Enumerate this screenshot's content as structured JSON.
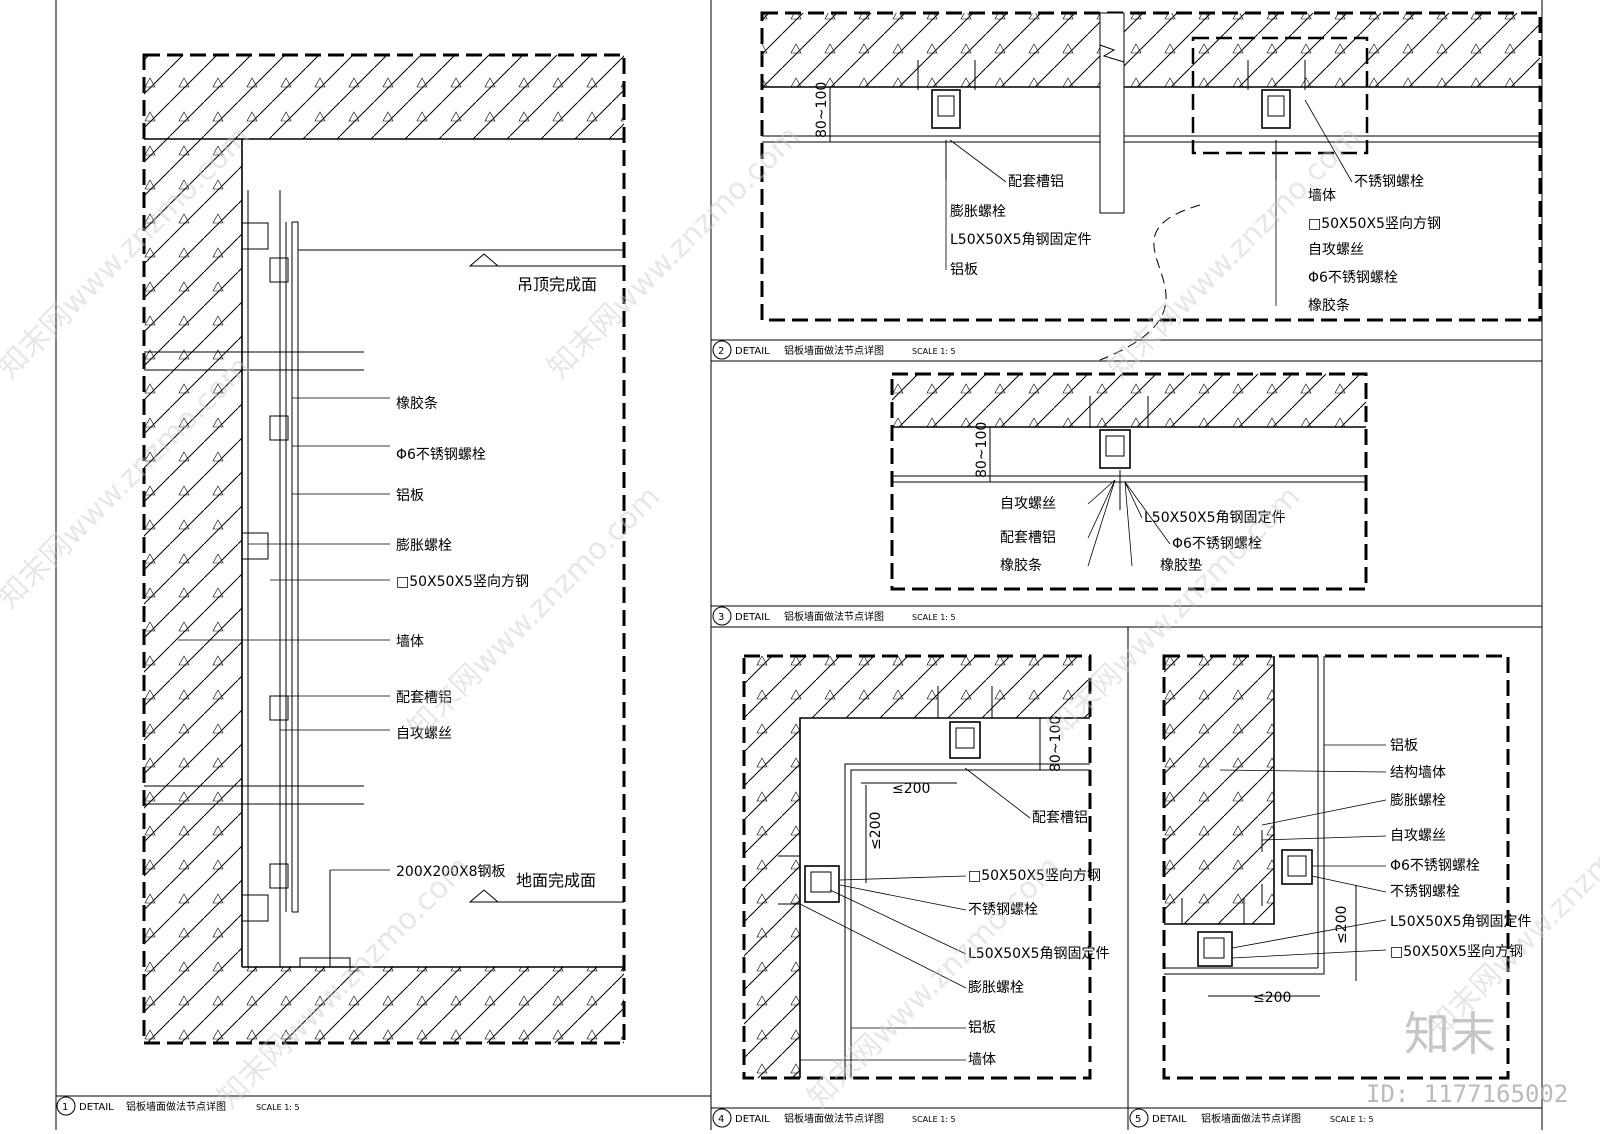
{
  "colors": {
    "ink": "#000000",
    "watermark": "#c8c8c8",
    "background": "#ffffff"
  },
  "watermark": {
    "text": "知末网www.znzmo.com",
    "logo": "知末",
    "id": "ID: 1177165002"
  },
  "panels": [
    {
      "number": "1",
      "detail": "DETAIL",
      "title": "铝板墙面做法节点详图",
      "scale": "SCALE 1: 5",
      "levels": [
        "吊顶完成面",
        "地面完成面"
      ],
      "labels": [
        "橡胶条",
        "Φ6不锈钢螺栓",
        "铝板",
        "膨胀螺栓",
        "□50X50X5竖向方钢",
        "墙体",
        "配套槽铝",
        "自攻螺丝",
        "200X200X8钢板"
      ]
    },
    {
      "number": "2",
      "detail": "DETAIL",
      "title": "铝板墙面做法节点详图",
      "scale": "SCALE 1: 5",
      "dim": "80~100",
      "labels": [
        "配套槽铝",
        "膨胀螺栓",
        "L50X50X5角钢固定件",
        "铝板",
        "不锈钢螺栓",
        "墙体",
        "□50X50X5竖向方钢",
        "自攻螺丝",
        "Φ6不锈钢螺栓",
        "橡胶条"
      ]
    },
    {
      "number": "3",
      "detail": "DETAIL",
      "title": "铝板墙面做法节点详图",
      "scale": "SCALE 1: 5",
      "dim": "80~100",
      "labels": [
        "自攻螺丝",
        "配套槽铝",
        "橡胶条",
        "L50X50X5角钢固定件",
        "Φ6不锈钢螺栓",
        "橡胶垫"
      ]
    },
    {
      "number": "4",
      "detail": "DETAIL",
      "title": "铝板墙面做法节点详图",
      "scale": "SCALE 1: 5",
      "dims": [
        "80~100",
        "≤200",
        "≤200"
      ],
      "labels": [
        "配套槽铝",
        "□50X50X5竖向方钢",
        "不锈钢螺栓",
        "L50X50X5角钢固定件",
        "膨胀螺栓",
        "铝板",
        "墙体"
      ]
    },
    {
      "number": "5",
      "detail": "DETAIL",
      "title": "铝板墙面做法节点详图",
      "scale": "SCALE 1: 5",
      "dims": [
        "≤200",
        "≤200"
      ],
      "labels": [
        "铝板",
        "结构墙体",
        "膨胀螺栓",
        "自攻螺丝",
        "Φ6不锈钢螺栓",
        "不锈钢螺栓",
        "L50X50X5角钢固定件",
        "□50X50X5竖向方钢"
      ]
    }
  ]
}
